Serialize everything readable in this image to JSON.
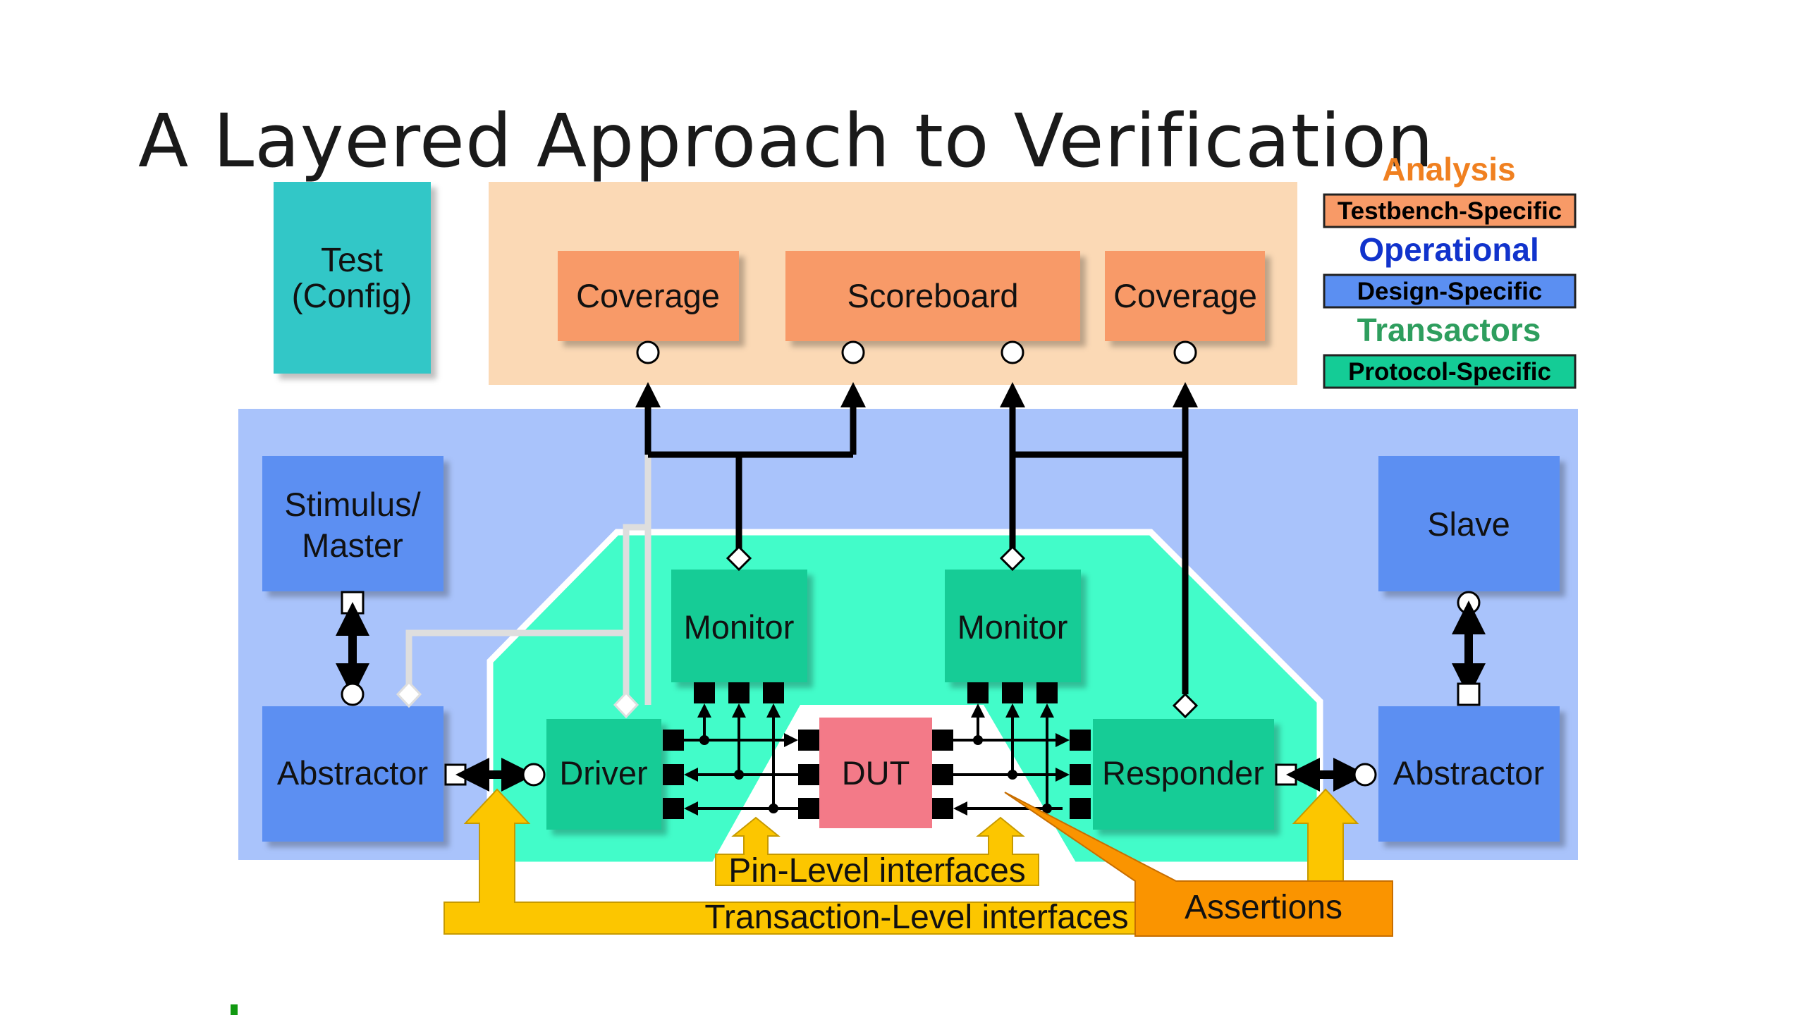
{
  "title": "A Layered Approach to Verification",
  "test_box": {
    "line1": "Test",
    "line2": "(Config)"
  },
  "analysis": {
    "coverage_left": "Coverage",
    "scoreboard": "Scoreboard",
    "coverage_right": "Coverage"
  },
  "operational": {
    "stimulus_line1": "Stimulus/",
    "stimulus_line2": "Master",
    "slave": "Slave",
    "abstractor_left": "Abstractor",
    "abstractor_right": "Abstractor"
  },
  "transactors": {
    "driver": "Driver",
    "responder": "Responder",
    "monitor_left": "Monitor",
    "monitor_right": "Monitor"
  },
  "dut": "DUT",
  "callouts": {
    "pin_level": "Pin-Level interfaces",
    "transaction_level": "Transaction-Level interfaces",
    "assertions": "Assertions"
  },
  "legend": {
    "analysis": "Analysis",
    "testbench_specific": "Testbench-Specific",
    "operational": "Operational",
    "design_specific": "Design-Specific",
    "transactors": "Transactors",
    "protocol_specific": "Protocol-Specific"
  },
  "colors": {
    "test": "#33c7c7",
    "analysis_bg": "#fbd9b5",
    "analysis_box": "#f89a67",
    "operational_bg": "#a9c3fb",
    "operational_box": "#5b8ff2",
    "transactor_bg": "#42fcc9",
    "transactor_box": "#14cc96",
    "dut": "#f37a88",
    "callout": "#fcc600",
    "assertions": "#fa9400",
    "legend_analysis": "#f08020",
    "legend_operational": "#1133cc",
    "legend_transactors": "#2e9e5e"
  }
}
